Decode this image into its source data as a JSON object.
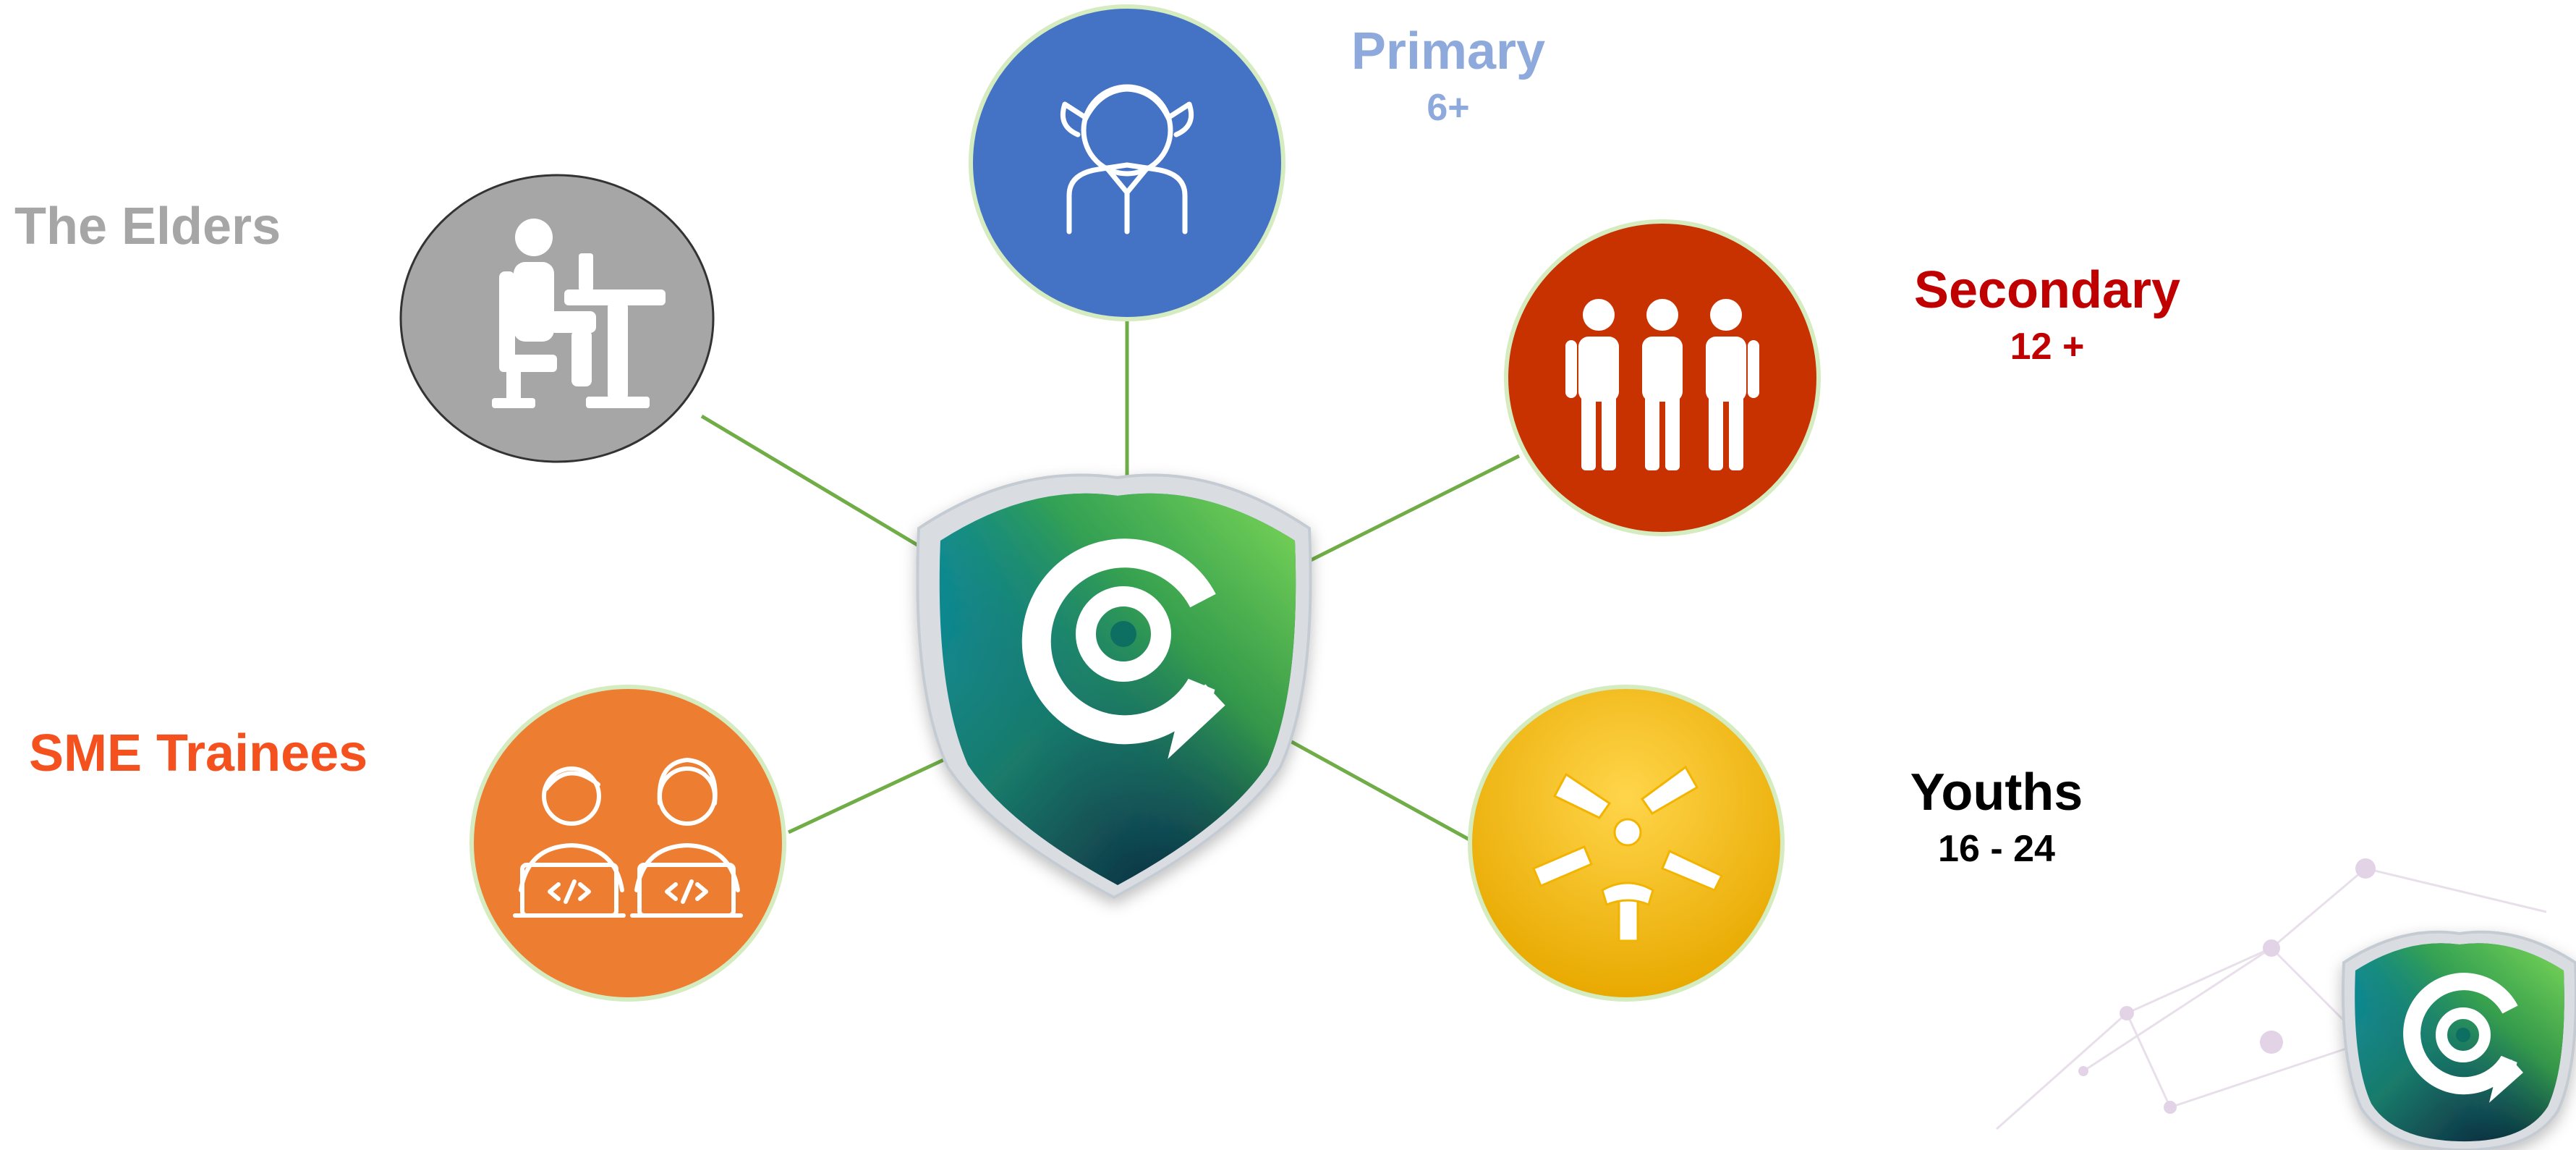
{
  "groups": {
    "primary": {
      "name": "Primary",
      "age": "6+",
      "icon": "girl-student-icon",
      "color": "#4472c4",
      "label_color": "#8ea9db"
    },
    "secondary": {
      "name": "Secondary",
      "age": "12 +",
      "icon": "three-people-icon",
      "color": "#c83200",
      "label_color": "#c00000"
    },
    "youths": {
      "name": "Youths",
      "age": "16 - 24",
      "icon": "joined-hands-icon",
      "color": "#f5b800",
      "label_color": "#000000"
    },
    "elders": {
      "name": "The Elders",
      "age": "",
      "icon": "person-at-desk-icon",
      "color": "#a6a6a6",
      "label_color": "#a6a6a6"
    },
    "sme": {
      "name": "SME Trainees",
      "age": "",
      "icon": "two-coders-laptops-icon",
      "color": "#ed7d31",
      "label_color": "#f4511e"
    }
  },
  "center": {
    "icon": "shield-logo-icon"
  },
  "corner": {
    "icon": "shield-logo-small-icon"
  },
  "connector_color": "#70ad47"
}
